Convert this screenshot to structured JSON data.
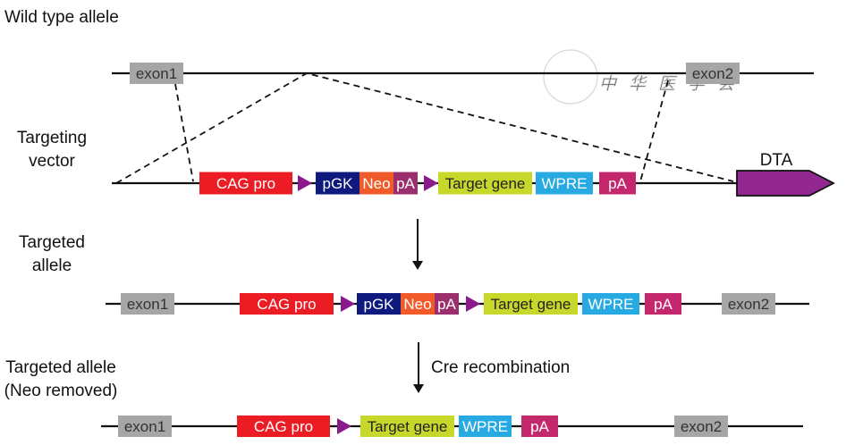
{
  "row_labels": {
    "wild_type": [
      "Wild type allele"
    ],
    "targeting_vector": [
      "Targeting",
      "vector"
    ],
    "targeted_allele": [
      "Targeted",
      "allele"
    ],
    "neo_removed": [
      "Targeted allele",
      "(Neo removed)"
    ]
  },
  "arrows": {
    "step1_label": "",
    "step2_label": "Cre recombination"
  },
  "dta_label": "DTA",
  "colors": {
    "exon": "#a6a6a7",
    "cag_pro": "#ec1c24",
    "loxp": "#8b1a8c",
    "pgk": "#0f1a7e",
    "neo": "#f15a29",
    "neo_pa": "#9b2f6e",
    "target_gene": "#c8d82a",
    "wpre": "#27aae1",
    "pa": "#c3276c",
    "dta": "#92278f"
  },
  "segments": {
    "exon1": {
      "label": "exon1",
      "text_color": "#333333"
    },
    "exon2": {
      "label": "exon2",
      "text_color": "#333333"
    },
    "cag_pro": {
      "label": "CAG pro",
      "text_color": "#ffffff"
    },
    "pgk": {
      "label": "pGK",
      "text_color": "#ffffff"
    },
    "neo": {
      "label": "Neo",
      "text_color": "#ffffff"
    },
    "neo_pa": {
      "label": "pA",
      "text_color": "#ffffff"
    },
    "target_gene": {
      "label": "Target gene",
      "text_color": "#222222"
    },
    "wpre": {
      "label": "WPRE",
      "text_color": "#ffffff"
    },
    "pa": {
      "label": "pA",
      "text_color": "#ffffff"
    }
  },
  "watermark": "中华医学会"
}
